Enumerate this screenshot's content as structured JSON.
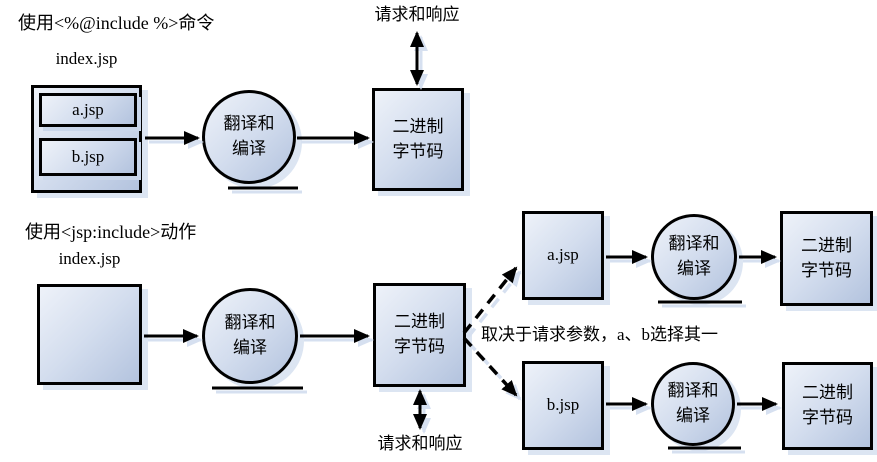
{
  "static_include": {
    "heading": "使用<%@include %>命令",
    "index_label": "index.jsp",
    "include_a": "a.jsp",
    "include_b": "b.jsp",
    "compile": "翻译和\n编译",
    "bytecode": "二进制\n字节码",
    "io_label": "请求和响应"
  },
  "action_include": {
    "heading": "使用<jsp:include>动作",
    "index_label": "index.jsp",
    "compile": "翻译和\n编译",
    "bytecode": "二进制\n字节码",
    "io_label": "请求和响应",
    "decision_note": "取决于请求参数，a、b选择其一",
    "branch_a": {
      "file": "a.jsp",
      "compile": "翻译和\n编译",
      "bytecode": "二进制\n字节码"
    },
    "branch_b": {
      "file": "b.jsp",
      "compile": "翻译和\n编译",
      "bytecode": "二进制\n字节码"
    }
  },
  "colors": {
    "node_border": "#000000",
    "node_fill_light": "#eef2f9",
    "node_fill_dark": "#b3c3de",
    "node_shadow": "#dce5f2",
    "arrow": "#000000",
    "text": "#000000",
    "background": "#ffffff"
  }
}
